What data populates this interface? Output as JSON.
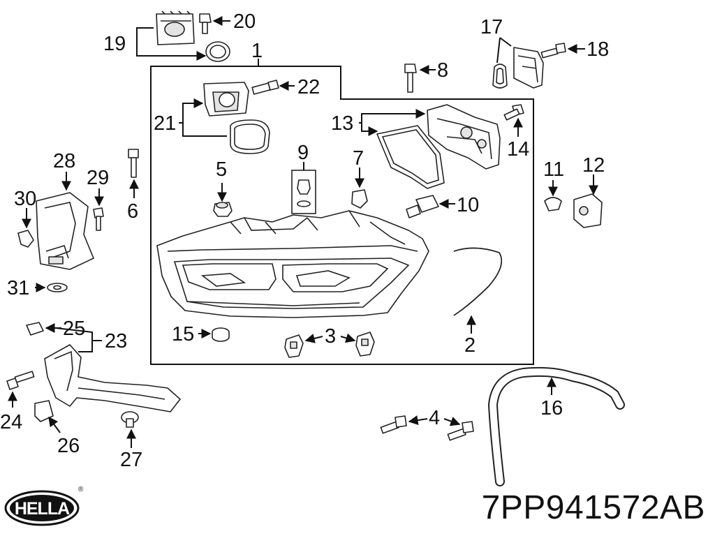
{
  "brand": {
    "logo_text": "HELLA",
    "registered_mark": "®"
  },
  "part_number": "7PP941572AB",
  "callouts": {
    "c1": "1",
    "c2": "2",
    "c3": "3",
    "c4": "4",
    "c5": "5",
    "c6": "6",
    "c7": "7",
    "c8": "8",
    "c9": "9",
    "c10": "10",
    "c11": "11",
    "c12": "12",
    "c13": "13",
    "c14": "14",
    "c15": "15",
    "c16": "16",
    "c17": "17",
    "c18": "18",
    "c19": "19",
    "c20": "20",
    "c21": "21",
    "c22": "22",
    "c23": "23",
    "c24": "24",
    "c25": "25",
    "c26": "26",
    "c27": "27",
    "c28": "28",
    "c29": "29",
    "c30": "30",
    "c31": "31"
  }
}
